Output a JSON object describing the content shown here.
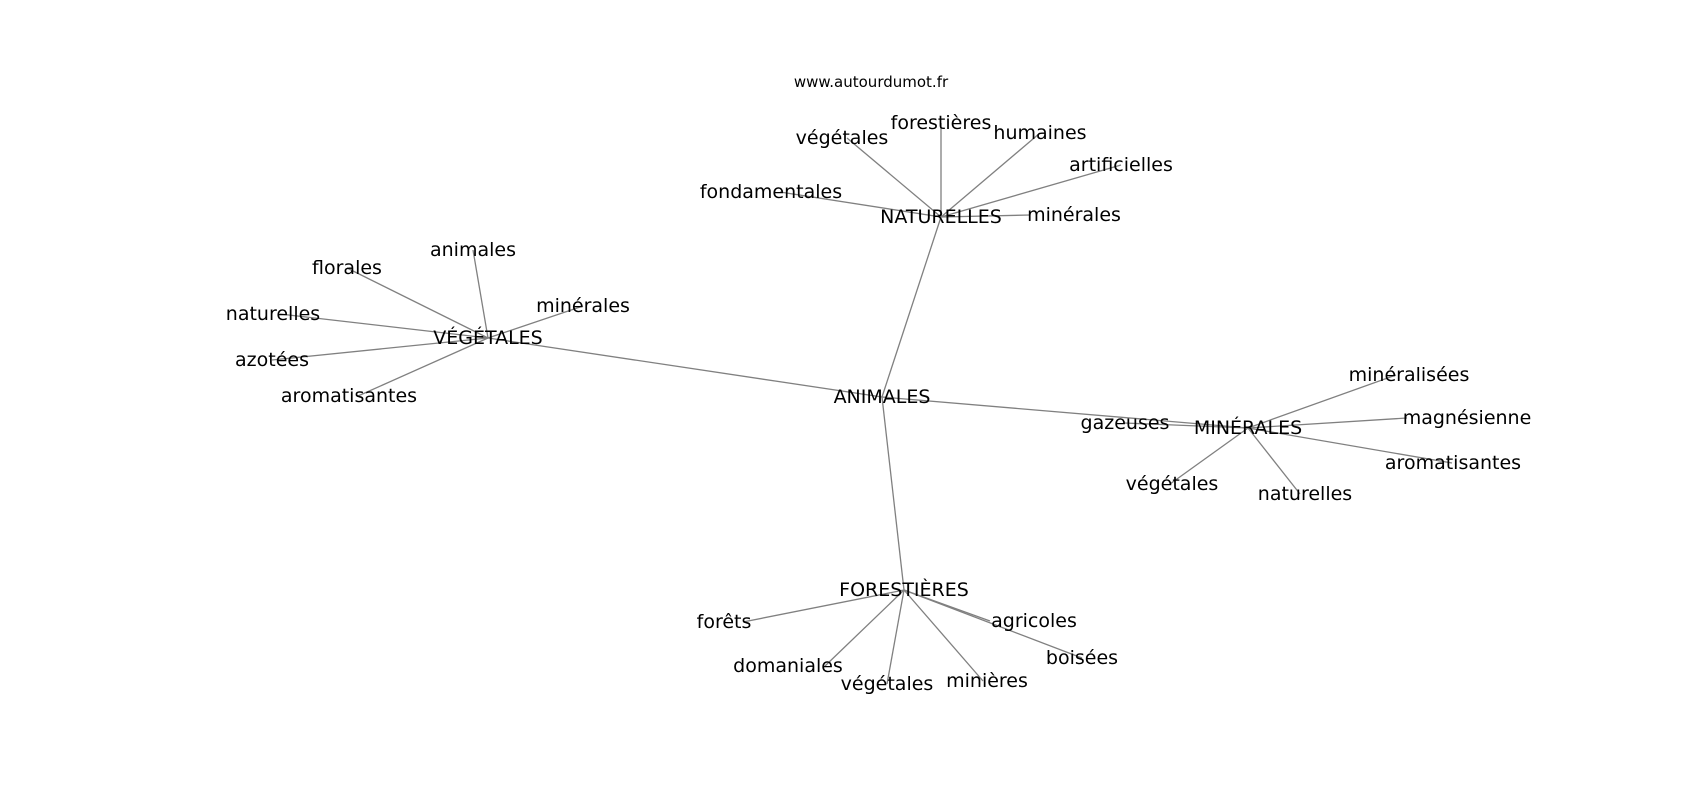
{
  "watermark": "www.autourdumot.fr",
  "colors": {
    "edge": "#808080",
    "text": "#000000",
    "background": "#ffffff"
  },
  "graph": {
    "root": "ANIMALES",
    "hubs": [
      {
        "label": "NATURELLES",
        "leaves": [
          "fondamentales",
          "végétales",
          "forestières",
          "humaines",
          "artificielles",
          "minérales"
        ]
      },
      {
        "label": "VÉGÉTALES",
        "leaves": [
          "florales",
          "animales",
          "naturelles",
          "minérales",
          "azotées",
          "aromatisantes"
        ]
      },
      {
        "label": "MINÉRALES",
        "leaves": [
          "gazeuses",
          "minéralisées",
          "magnésienne",
          "aromatisantes",
          "végétales",
          "naturelles"
        ]
      },
      {
        "label": "FORESTIÈRES",
        "leaves": [
          "forêts",
          "agricoles",
          "boisées",
          "domaniales",
          "végétales",
          "minières"
        ]
      }
    ]
  }
}
